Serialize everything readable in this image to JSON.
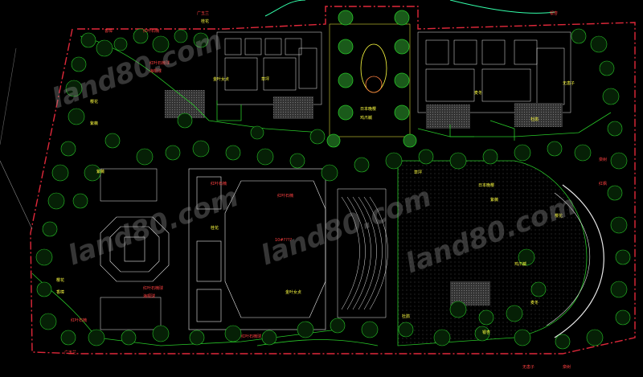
{
  "colors": {
    "background": "#000000",
    "boundary": "#e0283a",
    "building": "#e8e8e8",
    "planting": "#28c828",
    "tree_fill": "#1a5a1a",
    "tree_dot": "#ff3030",
    "label_red": "#ff4040",
    "label_cyan": "#33e0e0",
    "label_yellow": "#ffff40",
    "paving": "#555555",
    "watermark": "#9a9a9a"
  },
  "watermark": {
    "text_1": "land80.com",
    "text_2": "land80.com",
    "text_3": "land80.com",
    "text_4": "land80.com"
  },
  "labels": {
    "center_building": "10#????",
    "zone_1": "广玉兰",
    "zone_2": "桂花",
    "zone_3": "香樟",
    "zone_4": "红叶石楠",
    "zone_5": "红叶石楠球",
    "zone_6": "海桐球",
    "zone_7": "金叶女贞",
    "zone_8": "草坪",
    "zone_9": "樱花",
    "zone_10": "紫薇",
    "zone_11": "日本晚樱",
    "zone_12": "鸡爪槭",
    "zone_13": "麦冬",
    "zone_14": "杜鹃",
    "zone_15": "银杏",
    "zone_16": "无患子",
    "zone_17": "栾树",
    "zone_18": "红枫"
  }
}
